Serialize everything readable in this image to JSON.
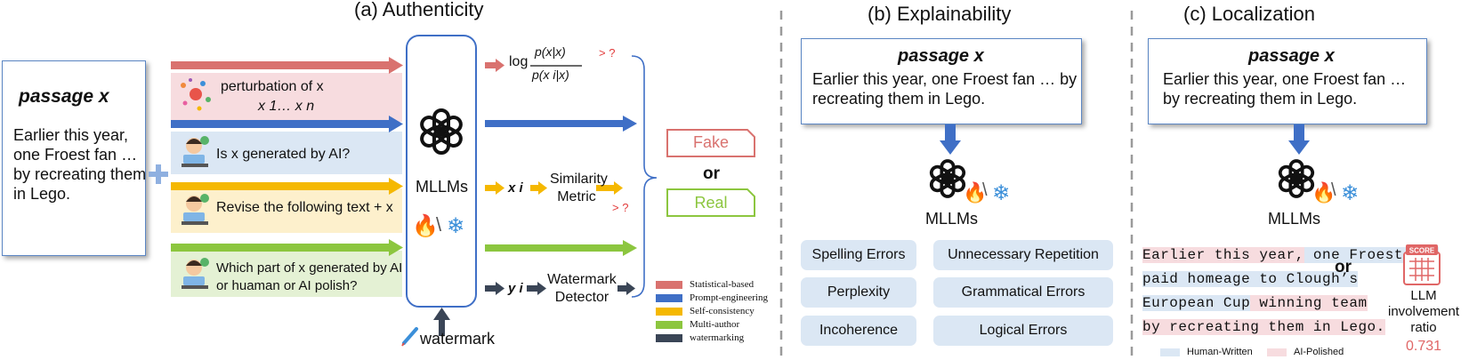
{
  "sections": {
    "authenticity": "(a) Authenticity",
    "explainability": "(b) Explainability",
    "localization": "(c) Localization"
  },
  "passage": {
    "title": "passage x",
    "text_short": "Earlier this year, one Froest fan  … by recreating them in Lego.",
    "text_wide": "Earlier this year, one Froest fan … by recreating them in Lego."
  },
  "prompts": {
    "perturbation_line1": "perturbation of x",
    "perturbation_line2": "x 1… x n",
    "is_generated": "Is x generated by AI?",
    "revise": "Revise the following text + x",
    "which_part": "Which part of x generated by AI or huaman or AI polish?"
  },
  "model": {
    "label": "MLLMs",
    "watermark": "watermark"
  },
  "outputs": {
    "log_prefix": "log",
    "log_num": "p(x|x)",
    "log_den": "p(x i|x)",
    "gt1": "> ?",
    "xi": "x i",
    "similarity": "Similarity Metric",
    "gt2": "> ?",
    "yi": "y i",
    "watermark_detector": "Watermark Detector",
    "fake": "Fake",
    "or": "or",
    "real": "Real"
  },
  "legend": [
    {
      "label": "Statistical-based",
      "color": "#d9726f"
    },
    {
      "label": "Prompt-engineering",
      "color": "#3f6fc6"
    },
    {
      "label": "Self-consistency",
      "color": "#f5b800"
    },
    {
      "label": "Multi-author",
      "color": "#8cc63f"
    },
    {
      "label": "watermarking",
      "color": "#3a4556"
    }
  ],
  "error_types": [
    "Spelling Errors",
    "Unnecessary Repetition",
    "Perplexity",
    "Grammatical Errors",
    "Incoherence",
    "Logical Errors"
  ],
  "localization": {
    "seg1": "Earlier this year,",
    "seg2": " one Froest fan",
    "seg3": "paid homeage to Clough’s",
    "seg4": "European Cup",
    "seg5": " winning team",
    "seg6": "by recreating them in Lego.",
    "or": "or",
    "score_badge": "SCORE",
    "ratio_label": "LLM involvement ratio",
    "ratio_value": "0.731",
    "legend_human": "Human-Written",
    "legend_ai": "AI-Polished"
  },
  "colors": {
    "red": "#d9726f",
    "blue": "#3f6fc6",
    "yellow": "#f5b800",
    "green": "#8cc63f",
    "dark": "#3a4556",
    "fake": "#d9726f",
    "real": "#8cc63f",
    "ratio": "#e06666"
  }
}
